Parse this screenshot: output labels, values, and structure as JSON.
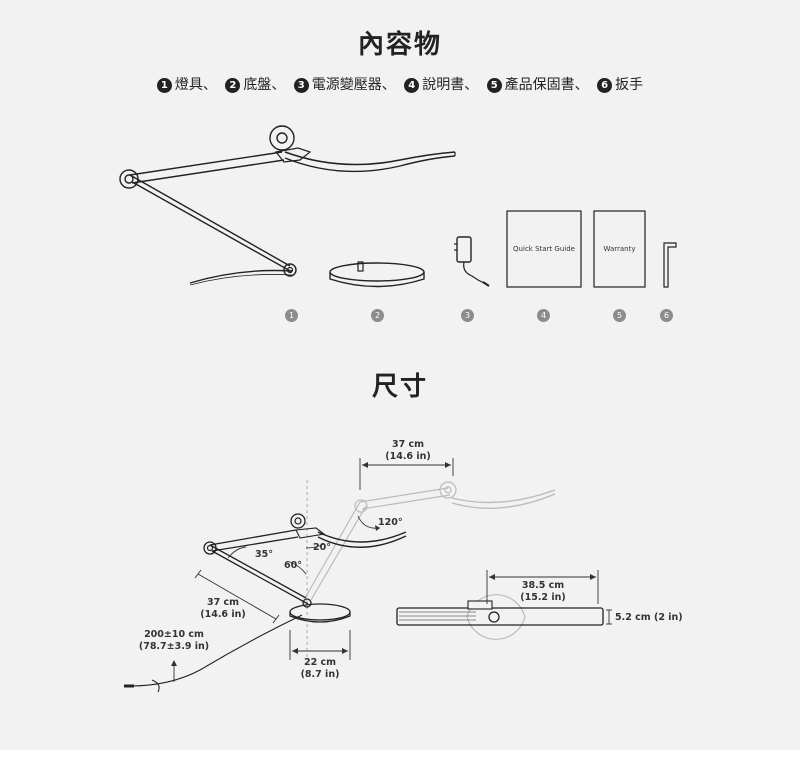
{
  "section_contents": {
    "title": "內容物",
    "items": [
      {
        "num": "1",
        "label": "燈具"
      },
      {
        "num": "2",
        "label": "底盤"
      },
      {
        "num": "3",
        "label": "電源變壓器"
      },
      {
        "num": "4",
        "label": "說明書"
      },
      {
        "num": "5",
        "label": "產品保固書"
      },
      {
        "num": "6",
        "label": "扳手"
      }
    ],
    "separator": "、",
    "badges": [
      "1",
      "2",
      "3",
      "4",
      "5",
      "6"
    ],
    "quick_start_label": "Quick Start Guide",
    "warranty_label": "Warranty"
  },
  "section_dimensions": {
    "title": "尺寸",
    "head_width": {
      "metric": "37 cm",
      "imperial": "(14.6 in)"
    },
    "arm_length": {
      "metric": "37 cm",
      "imperial": "(14.6 in)"
    },
    "cable_length": {
      "metric": "200±10 cm",
      "imperial": "(78.7±3.9 in)"
    },
    "base_diameter": {
      "metric": "22 cm",
      "imperial": "(8.7 in)"
    },
    "top_length": {
      "metric": "38.5 cm",
      "imperial": "(15.2 in)"
    },
    "head_thickness": "5.2 cm (2 in)",
    "angles": {
      "a120": "120°",
      "a20": "20°",
      "a35": "35°",
      "a60": "60°"
    }
  }
}
